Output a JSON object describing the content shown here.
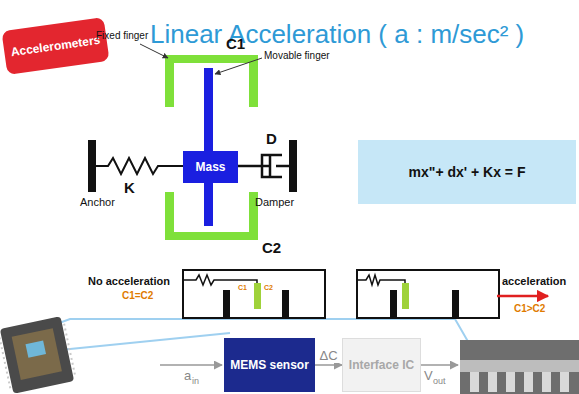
{
  "diagram": {
    "title": "Linear Acceleration ( a : m/sec² )",
    "nodes": [
      {
        "text": [
          "Accelerometers"
        ]
      },
      {
        "text": [
          "Mass"
        ]
      },
      {
        "text": [
          "mx\"+ dx' + Kx = F"
        ]
      },
      {
        "text": [
          "MEMS sensor"
        ]
      },
      {
        "text": [
          "Interface IC"
        ]
      }
    ],
    "edges": [
      {
        "from": 3,
        "to": 4,
        "arrow": "to",
        "label": "ΔC"
      }
    ],
    "labels": [
      "Fixed finger",
      "Movable finger",
      "C1",
      "C2",
      "Anchor",
      "K",
      "Damper",
      "D",
      "No acceleration",
      "C1=C2",
      "C1",
      "C2",
      "acceleration",
      "C1>C2",
      "a",
      "in",
      "V",
      "out"
    ]
  }
}
